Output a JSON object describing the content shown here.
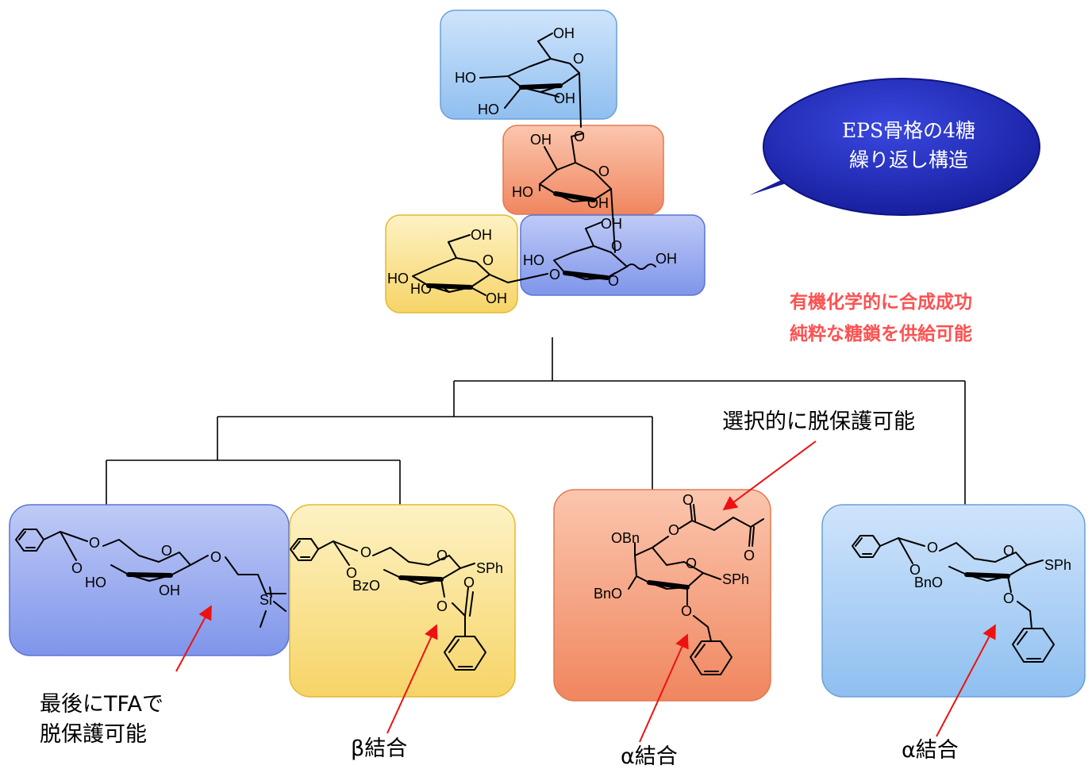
{
  "bubble": {
    "line1": "EPS骨格の4糖",
    "line2": "繰り返し構造",
    "color": "#1f26b8"
  },
  "highlight": {
    "line1": "有機化学的に合成成功",
    "line2": "純粋な糖鎖を供給可能",
    "color": "#ff5050"
  },
  "annotations": {
    "selective_deprotection": "選択的に脱保護可能",
    "tfa_line1": "最後にTFAで",
    "tfa_line2": "脱保護可能",
    "beta_linkage": "β結合",
    "alpha_linkage_1": "α結合",
    "alpha_linkage_2": "α結合"
  },
  "atoms": {
    "oh": "OH",
    "ho": "HO",
    "o": "O",
    "sph": "SPh",
    "bzo": "BzO",
    "bno": "BnO",
    "obn": "OBn",
    "si": "Si",
    "o_methyl": "OH"
  },
  "colors": {
    "blue_box": "#b9d7f5",
    "orange_box": "#f6a98a",
    "yellow_box": "#fbe79b",
    "purple_box": "#9fb0f0",
    "arrow": "#ee1111"
  }
}
